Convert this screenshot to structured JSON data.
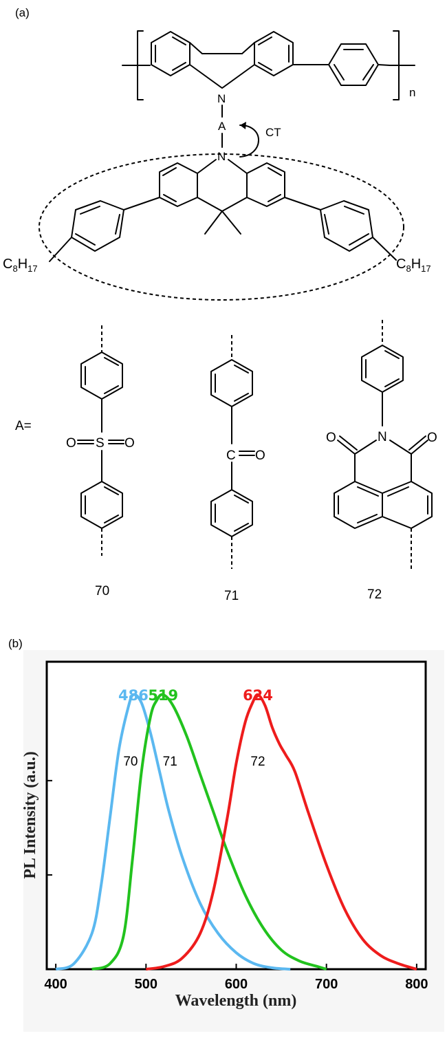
{
  "panel_a": {
    "label": "(a)",
    "repeat_n": "n",
    "atoms": {
      "N_top": "N",
      "A": "A",
      "N_bottom": "N",
      "ct": "CT"
    },
    "alkyl_left": {
      "c": "C",
      "c_sub": "8",
      "h": "H",
      "h_sub": "17"
    },
    "alkyl_right": {
      "c": "C",
      "c_sub": "8",
      "h": "H",
      "h_sub": "17"
    },
    "a_equals": "A=",
    "unit70": {
      "o_left": "O",
      "s": "S",
      "o_right": "O",
      "id": "70"
    },
    "unit71": {
      "c": "C",
      "o": "O",
      "id": "71"
    },
    "unit72": {
      "o_left": "O",
      "n": "N",
      "o_right": "O",
      "id": "72"
    }
  },
  "panel_b": {
    "label": "(b)",
    "chart_data": {
      "type": "line",
      "xlabel": "Wavelength (nm)",
      "ylabel": "PL Intensity (a.u.)",
      "xlim": [
        390,
        810
      ],
      "xticks": [
        400,
        500,
        600,
        700,
        800
      ],
      "ylim": [
        0,
        1.12
      ],
      "series": [
        {
          "name": "70",
          "peak_label": "486",
          "color": "#5bb8f0",
          "x": [
            400,
            420,
            440,
            450,
            460,
            470,
            480,
            486,
            495,
            505,
            515,
            525,
            540,
            560,
            580,
            600,
            620,
            640,
            660
          ],
          "values": [
            0,
            0.02,
            0.13,
            0.3,
            0.55,
            0.8,
            0.95,
            1.0,
            0.97,
            0.86,
            0.72,
            0.58,
            0.41,
            0.24,
            0.13,
            0.06,
            0.02,
            0.005,
            0
          ]
        },
        {
          "name": "71",
          "peak_label": "519",
          "color": "#22c21e",
          "x": [
            440,
            460,
            475,
            485,
            495,
            505,
            512,
            519,
            530,
            545,
            560,
            575,
            590,
            610,
            630,
            650,
            670,
            690,
            700
          ],
          "values": [
            0,
            0.02,
            0.12,
            0.4,
            0.72,
            0.92,
            0.98,
            1.0,
            0.96,
            0.85,
            0.71,
            0.57,
            0.43,
            0.27,
            0.15,
            0.07,
            0.03,
            0.01,
            0
          ]
        },
        {
          "name": "72",
          "peak_label": "624",
          "color": "#ee1c1c",
          "x": [
            500,
            520,
            540,
            560,
            575,
            590,
            600,
            610,
            618,
            624,
            632,
            640,
            648,
            655,
            665,
            680,
            700,
            720,
            740,
            760,
            780,
            800
          ],
          "values": [
            0,
            0.01,
            0.04,
            0.13,
            0.29,
            0.55,
            0.75,
            0.9,
            0.97,
            1.0,
            0.96,
            0.88,
            0.82,
            0.78,
            0.72,
            0.57,
            0.38,
            0.22,
            0.11,
            0.05,
            0.02,
            0
          ]
        }
      ]
    }
  }
}
